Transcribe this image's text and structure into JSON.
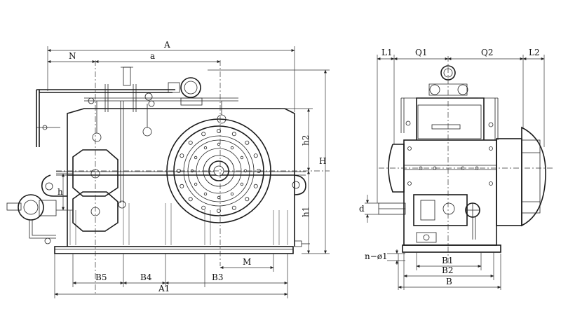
{
  "front_view": {
    "dimensions": {
      "A": "A",
      "N": "N",
      "a": "a",
      "H": "H",
      "h2": "h2",
      "h1": "h1",
      "h": "h",
      "M": "M",
      "B5": "B5",
      "B4": "B4",
      "B3": "B3",
      "A1": "A1"
    }
  },
  "side_view": {
    "dimensions": {
      "L1": "L1",
      "Q1": "Q1",
      "Q2": "Q2",
      "L2": "L2",
      "d": "d",
      "n_phi1": "n−ø1",
      "B1": "B1",
      "B2": "B2",
      "B": "B"
    }
  }
}
